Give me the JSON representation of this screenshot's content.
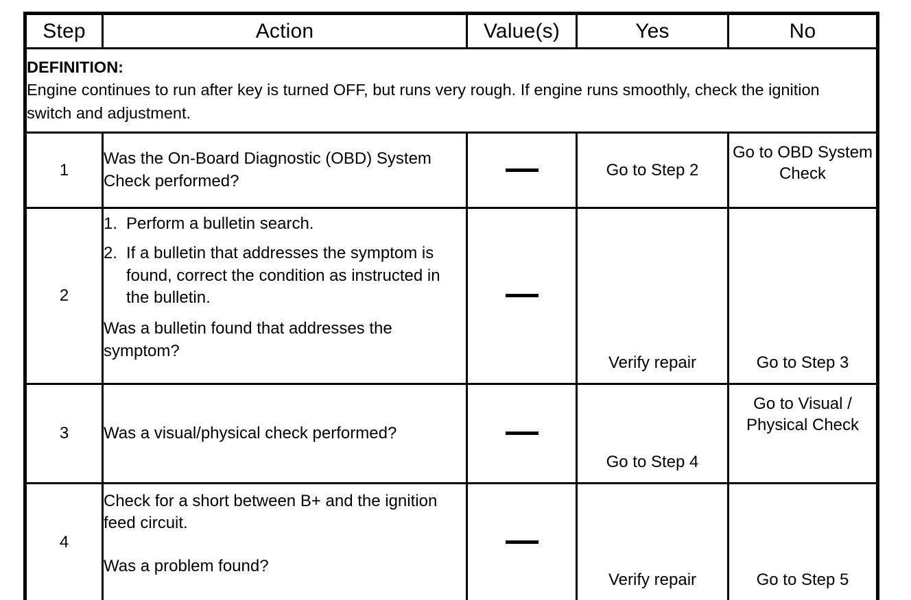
{
  "table": {
    "headers": [
      {
        "label": "Step"
      },
      {
        "label": "Action"
      },
      {
        "label": "Value(s)"
      },
      {
        "label": "Yes"
      },
      {
        "label": "No"
      }
    ],
    "definition": {
      "label": "DEFINITION:",
      "body": "Engine continues to run after key is turned OFF, but runs very rough. If engine runs smoothly, check the ignition switch and adjustment."
    },
    "value_dash": "—",
    "rows": [
      {
        "step": "1",
        "action_text": "Was the On-Board Diagnostic (OBD) System Check performed?",
        "value": "—",
        "yes": "Go to Step 2",
        "no": "Go to OBD System Check"
      },
      {
        "step": "2",
        "list": [
          {
            "num": "1.",
            "text": "Perform a bulletin search."
          },
          {
            "num": "2.",
            "text": "If a bulletin that addresses the symptom is found, correct the condition as instructed in the bulletin."
          }
        ],
        "question": "Was a bulletin found that addresses the symptom?",
        "value": "—",
        "yes": "Verify repair",
        "no": "Go to Step 3"
      },
      {
        "step": "3",
        "action_text": "Was a visual/physical check performed?",
        "value": "—",
        "yes": "Go to Step 4",
        "no": "Go to Visual / Physical Check"
      },
      {
        "step": "4",
        "action_line1": "Check for a short between B+ and the ignition feed circuit.",
        "question": "Was a problem found?",
        "value": "—",
        "yes": "Verify repair",
        "no": "Go to Step 5"
      }
    ]
  }
}
